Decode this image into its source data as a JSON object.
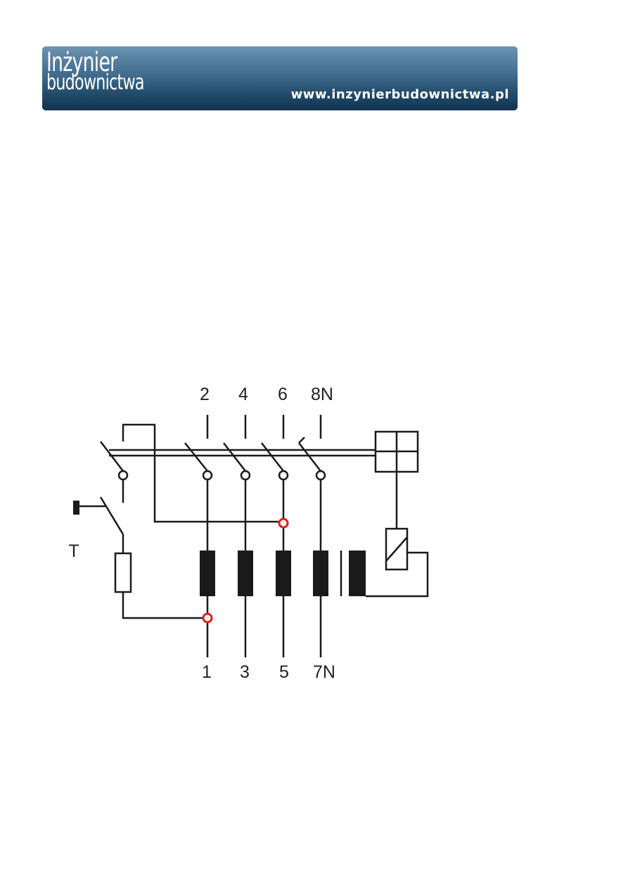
{
  "banner": {
    "logo_line1": "Inżynier",
    "logo_line2": "budownictwa",
    "url": "www.inzynierbudownictwa.pl"
  },
  "diagram": {
    "top_terminals": [
      "2",
      "4",
      "6",
      "8N"
    ],
    "bottom_terminals": [
      "1",
      "3",
      "5",
      "7N"
    ],
    "test_label": "T",
    "wire_color": "#1a1a1a",
    "junction_color": "#e0201c"
  }
}
